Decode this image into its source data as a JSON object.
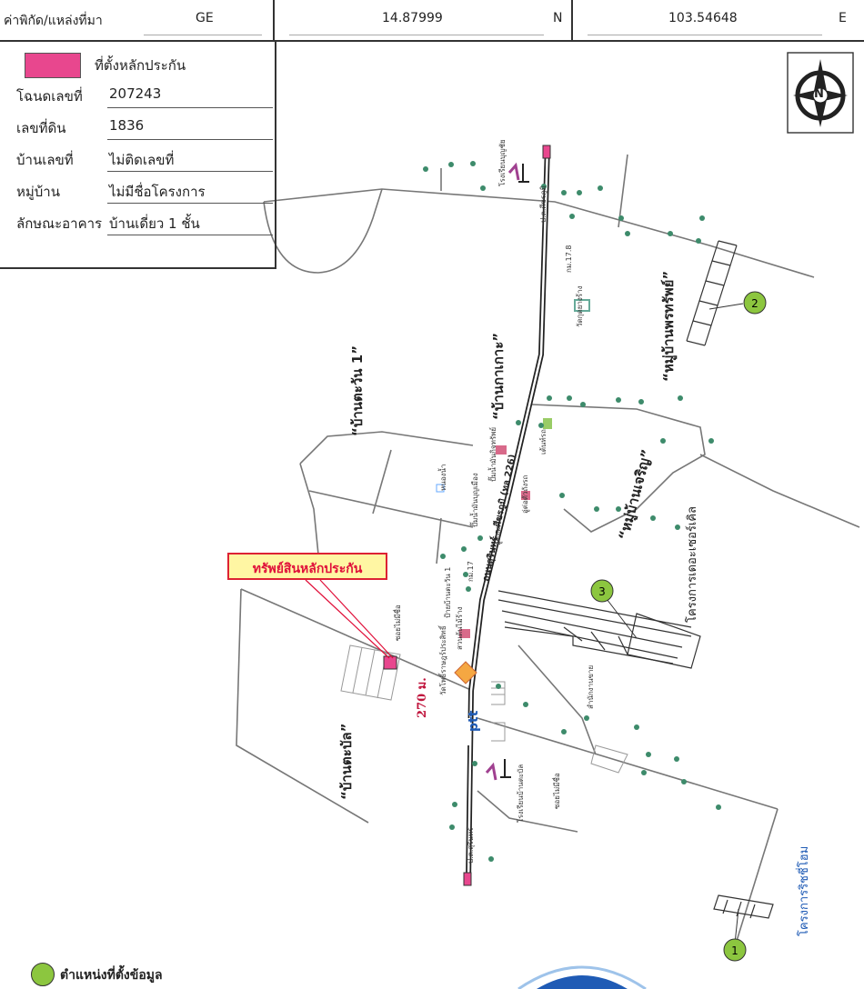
{
  "header": {
    "coord_label": "ค่าพิกัด/แหล่งที่มา",
    "source": "GE",
    "lat_value": "14.87999",
    "lat_dir": "N",
    "lon_value": "103.54648",
    "lon_dir": "E"
  },
  "legend": {
    "marker_label": "ที่ตั้งหลักประกัน",
    "marker_color": "#e8478e",
    "rows": [
      {
        "key": "โฉนดเลขที่",
        "value": "207243"
      },
      {
        "key": "เลขที่ดิน",
        "value": "1836"
      },
      {
        "key": "บ้านเลขที่",
        "value": "ไม่ติดเลขที่"
      },
      {
        "key": "หมู่บ้าน",
        "value": "ไม่มีชื่อโครงการ"
      },
      {
        "key": "ลักษณะอาคาร",
        "value": "บ้านเดี่ยว 1 ชั้น"
      }
    ]
  },
  "map": {
    "callout": "ทรัพย์สินหลักประกัน",
    "distance": "270 ม.",
    "compass_letter": "N",
    "road_label": "ถนนสุรินทร์ - ศีขรภูมิ (ทล 226)",
    "brand": "ptt",
    "villages": [
      "“บ้านตะวัน 1”",
      "“บ้านกาเกาะ”",
      "“หมู่บ้านพรทรัพย์”",
      "“หมู่บ้านเจริญ”",
      "โครงการเดอะเซอร์เคิล",
      "“บ้านตะบัล”",
      "โครงการริชชี่โฮม"
    ],
    "pois": [
      "โรงเรียนบุญชัย",
      "ป.ต.ศีขรภูมิ",
      "กม.17.8",
      "วัดกุดยางร้าง",
      "ปั๊มน้ำมันกิจทรัพย์",
      "เต้นท์รถ",
      "หนองน้ำ",
      "ปั๊มน้ำมันบุญเมือง",
      "อู่ซ่อม",
      "อู่ต่อตัวถังรถ",
      "กม.17",
      "ป้ายบ้านตะวัน 1",
      "สวนต้นไม้ร้าง",
      "ซอยไม่มีชื่อ",
      "วัดโพธิ์ราษฎร์ประสิทธิ์",
      "สำนักงานขาย",
      "โรงเรียนบ้านตะบัล",
      "ซอยไม่มีชื่อ",
      "ป.ต.สุรินทร์"
    ],
    "data_points": [
      "1",
      "2",
      "3"
    ],
    "data_point_color": "#8cc63f"
  },
  "footer": {
    "legend_label": "ตำแหน่งที่ตั้งข้อมูล"
  }
}
